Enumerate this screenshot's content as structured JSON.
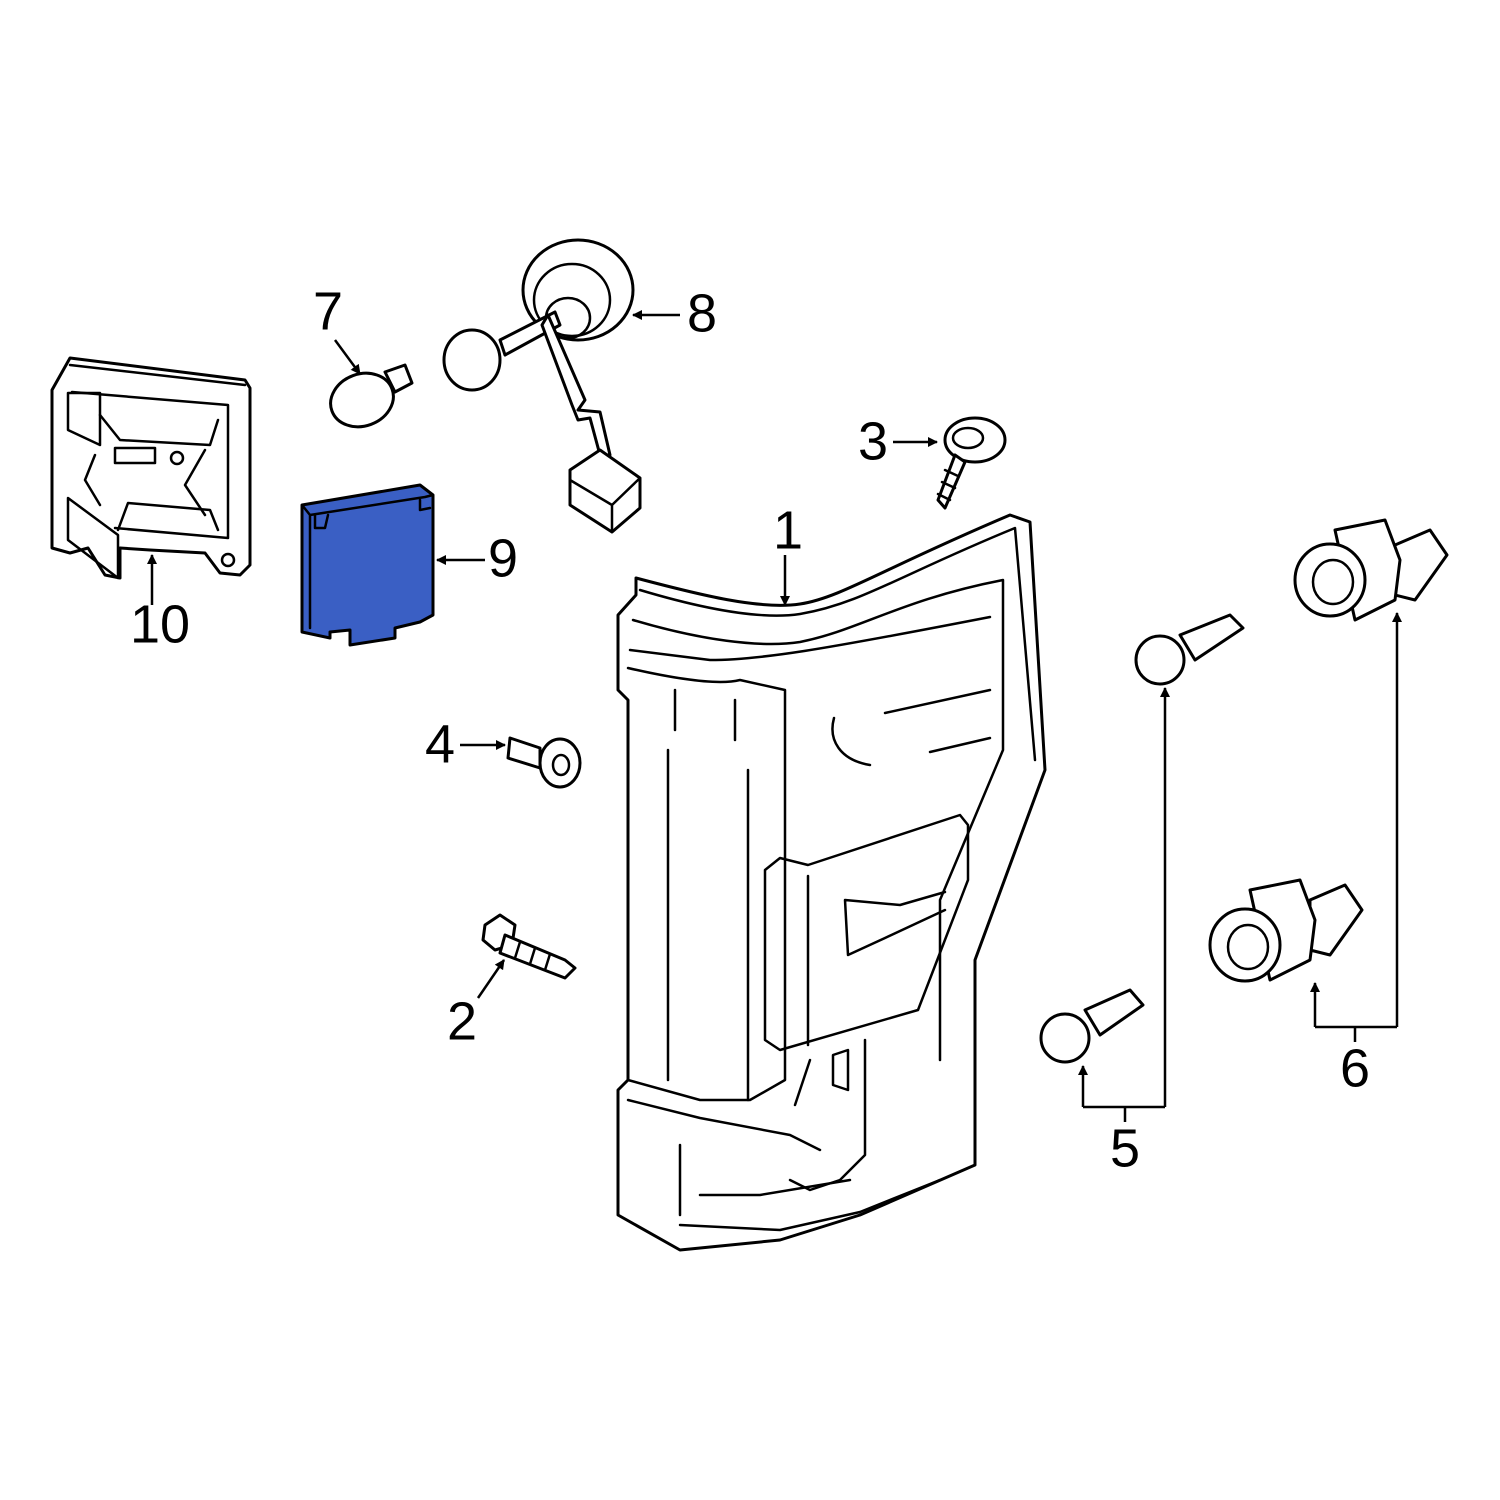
{
  "diagram": {
    "highlight_color": "#3a5fc4",
    "highlighted_part": "9",
    "callouts": [
      {
        "id": "1",
        "label": "1"
      },
      {
        "id": "2",
        "label": "2"
      },
      {
        "id": "3",
        "label": "3"
      },
      {
        "id": "4",
        "label": "4"
      },
      {
        "id": "5",
        "label": "5"
      },
      {
        "id": "6",
        "label": "6"
      },
      {
        "id": "7",
        "label": "7"
      },
      {
        "id": "8",
        "label": "8"
      },
      {
        "id": "9",
        "label": "9"
      },
      {
        "id": "10",
        "label": "10"
      }
    ]
  }
}
